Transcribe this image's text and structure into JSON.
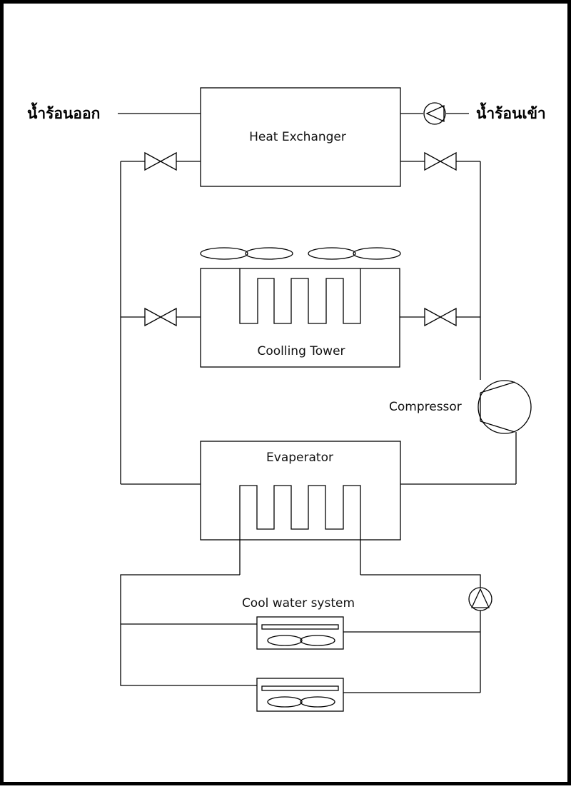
{
  "labels": {
    "hot_water_out": "น้ำร้อนออก",
    "hot_water_in": "น้ำร้อนเข้า",
    "heat_exchanger": "Heat Exchanger",
    "cooling_tower": "Coolling Tower",
    "compressor": "Compressor",
    "evaporator": "Evaperator",
    "cool_water_system": "Cool water system"
  }
}
